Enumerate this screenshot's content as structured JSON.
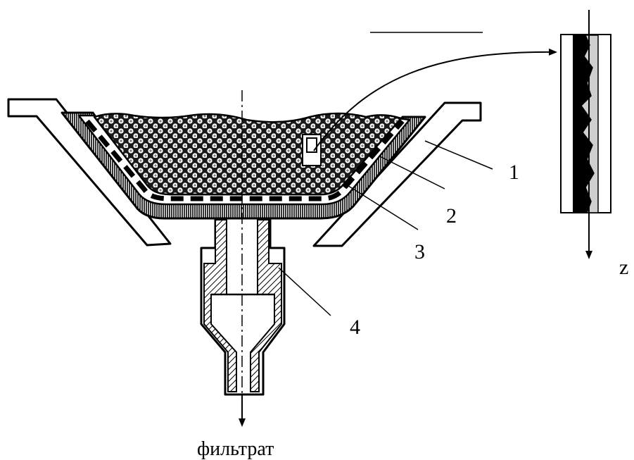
{
  "labels": {
    "l1": "1",
    "l2": "2",
    "l3": "3",
    "l4": "4",
    "axis": "z",
    "outflow": "фильтрат"
  },
  "colors": {
    "ink": "#000000",
    "paper": "#ffffff",
    "pore": "#cfcfcf"
  }
}
